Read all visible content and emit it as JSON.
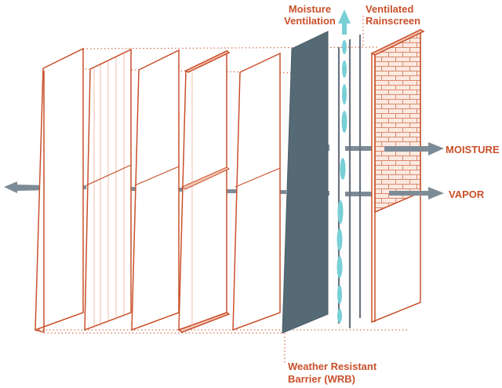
{
  "labels": {
    "moisture_ventilation": [
      "Moisture",
      "Ventilation"
    ],
    "ventilated_rainscreen": [
      "Ventilated",
      "Rainscreen"
    ],
    "moisture": "MOISTURE",
    "vapor": "VAPOR",
    "wrb": [
      "Weather Resistant",
      "Barrier (WRB)"
    ]
  },
  "colors": {
    "outline": "#c9502b",
    "barrier_fill": "#566a76",
    "arrow_fill": "#7d8b96",
    "vent_arrow": "#78cfd6",
    "brick_fill": "#fbe9e1",
    "rod": "#6b7480"
  },
  "icons": [
    "arrow-left-icon",
    "arrow-right-icon",
    "arrow-up-icon",
    "brick-pattern"
  ]
}
